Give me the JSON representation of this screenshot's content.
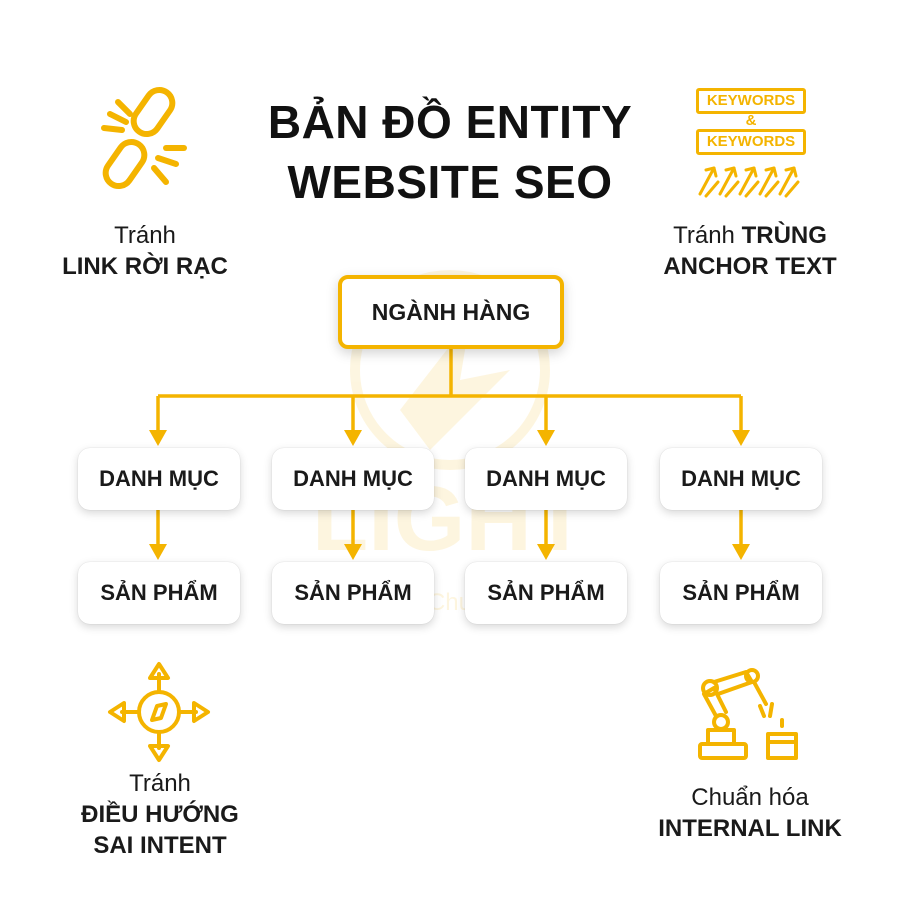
{
  "title": {
    "line1": "BẢN ĐỒ ENTITY",
    "line2": "WEBSITE SEO"
  },
  "corners": {
    "top_left": {
      "line1": "Tránh",
      "line2": "LINK RỜI RẠC",
      "icon": "broken-chain-icon"
    },
    "top_right": {
      "line1_normal": "Tránh ",
      "line1_bold": "TRÙNG",
      "line2": "ANCHOR TEXT",
      "icon": "keywords-icon",
      "icon_text": {
        "top": "KEYWORDS",
        "amp": "&",
        "bottom": "KEYWORDS"
      }
    },
    "bottom_left": {
      "line1": "Tránh",
      "line2": "ĐIỀU HƯỚNG",
      "line3": "SAI INTENT",
      "icon": "compass-icon"
    },
    "bottom_right": {
      "line1": "Chuẩn hóa",
      "line2": "INTERNAL LINK",
      "icon": "robot-arm-icon"
    }
  },
  "tree": {
    "root": "NGÀNH HÀNG",
    "categories": [
      "DANH MỤC",
      "DANH MỤC",
      "DANH MỤC",
      "DANH MỤC"
    ],
    "products": [
      "SẢN PHẨM",
      "SẢN PHẨM",
      "SẢN PHẨM",
      "SẢN PHẨM"
    ]
  },
  "watermark": {
    "brand": "LIGHT",
    "tagline": "Nhanh - Chuẩn - Đẹp"
  },
  "colors": {
    "accent": "#f4b400",
    "text": "#161616"
  }
}
